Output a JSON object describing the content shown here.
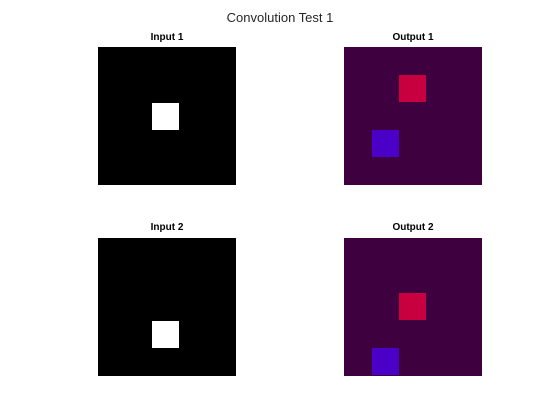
{
  "figure": {
    "title": "Convolution Test 1"
  },
  "panels": [
    {
      "title": "Input 1",
      "background": "#000000",
      "blocks": [
        {
          "color": "#ffffff"
        }
      ]
    },
    {
      "title": "Output 1",
      "background": "#3e003e",
      "blocks": [
        {
          "color": "#c8003f"
        },
        {
          "color": "#4b00c8"
        }
      ]
    },
    {
      "title": "Input 2",
      "background": "#000000",
      "blocks": [
        {
          "color": "#ffffff"
        }
      ]
    },
    {
      "title": "Output 2",
      "background": "#3e003e",
      "blocks": [
        {
          "color": "#c8003f"
        },
        {
          "color": "#4b00c8"
        }
      ]
    }
  ]
}
